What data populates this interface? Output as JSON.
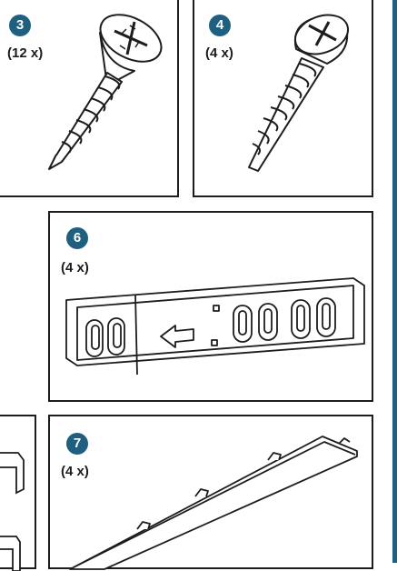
{
  "parts": [
    {
      "number": "3",
      "quantity": "(12 x)"
    },
    {
      "number": "4",
      "quantity": "(4 x)"
    },
    {
      "number": "6",
      "quantity": "(4 x)"
    },
    {
      "number": "7",
      "quantity": "(4 x)"
    }
  ],
  "colors": {
    "accent": "#1f5f7f",
    "line": "#1d1d1b"
  },
  "icons": [
    "flat-head-screw-icon",
    "pan-head-screw-icon",
    "mounting-rail-icon",
    "trim-strip-icon"
  ]
}
